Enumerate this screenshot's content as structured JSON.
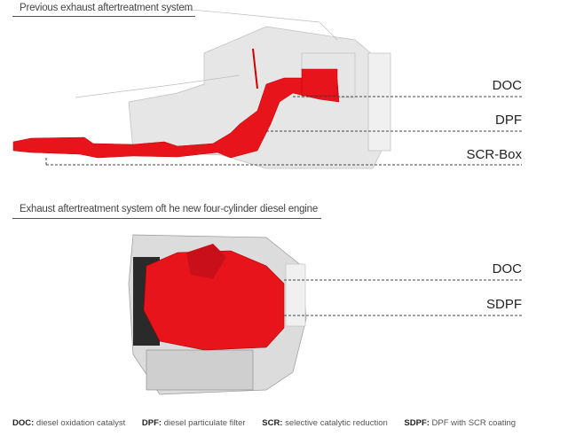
{
  "top": {
    "title": "Previous exhaust aftertreatment system",
    "labels": [
      "DOC",
      "DPF",
      "SCR-Box"
    ]
  },
  "bottom": {
    "title": "Exhaust aftertreatment system oft he new four-cylinder diesel engine",
    "labels": [
      "DOC",
      "SDPF"
    ]
  },
  "legend": [
    {
      "abbr": "DOC:",
      "text": "diesel oxidation catalyst"
    },
    {
      "abbr": "DPF:",
      "text": "diesel particulate filter"
    },
    {
      "abbr": "SCR:",
      "text": "selective catalytic reduction"
    },
    {
      "abbr": "SDPF:",
      "text": "DPF with SCR coating"
    }
  ],
  "colors": {
    "exhaust": "#e8141c",
    "engine": "#e4e4e4"
  }
}
